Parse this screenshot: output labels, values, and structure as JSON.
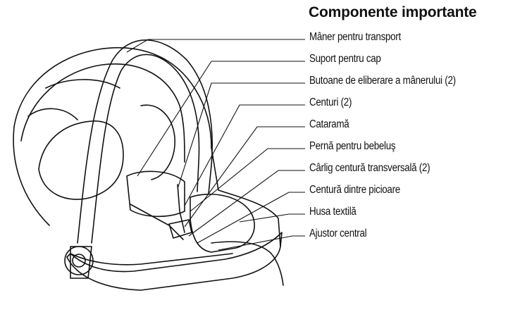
{
  "title": "Componente importante",
  "components": [
    {
      "id": "carry-handle",
      "label": "Mâner pentru transport"
    },
    {
      "id": "head-support",
      "label": "Suport pentru cap"
    },
    {
      "id": "handle-release-buttons",
      "label": "Butoane de eliberare a mânerului (2)"
    },
    {
      "id": "harness",
      "label": "Centuri (2)"
    },
    {
      "id": "buckle",
      "label": "Cataramă"
    },
    {
      "id": "infant-pillow",
      "label": "Pernă pentru bebeluş"
    },
    {
      "id": "belt-hook",
      "label": "Cârlig centură transversală (2)"
    },
    {
      "id": "crotch-strap",
      "label": "Centură dintre picioare"
    },
    {
      "id": "fabric-cover",
      "label": "Husa textilă"
    },
    {
      "id": "central-adjuster",
      "label": "Ajustor central"
    }
  ],
  "colors": {
    "line": "#111111",
    "background": "#ffffff"
  }
}
